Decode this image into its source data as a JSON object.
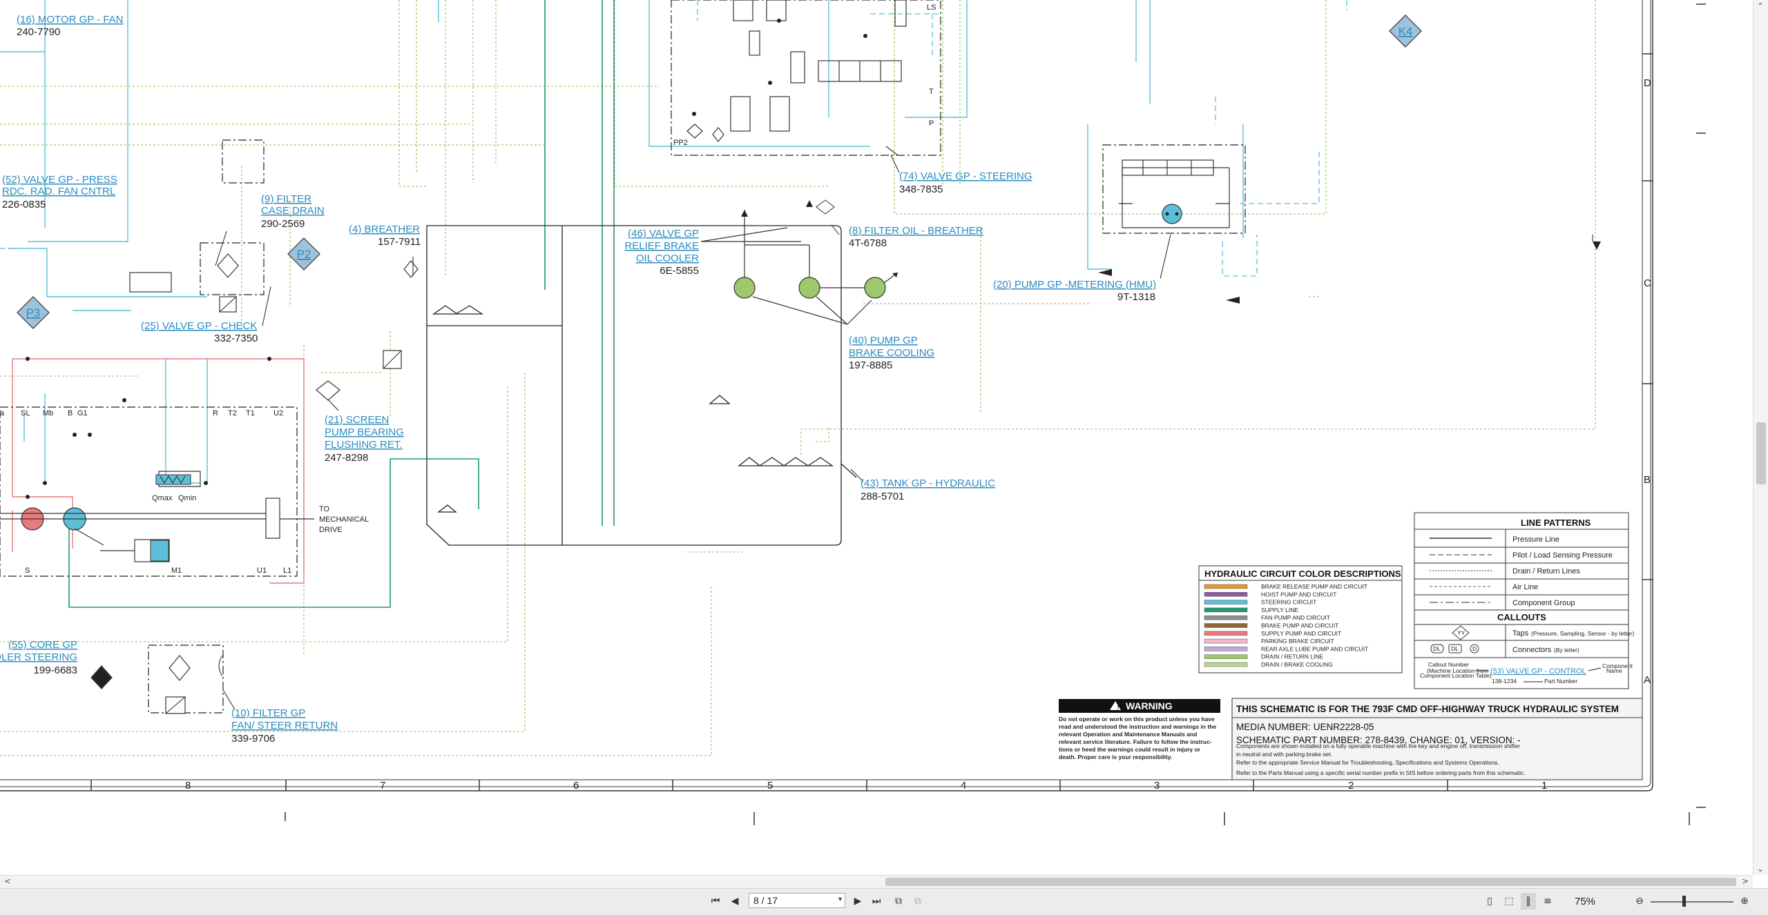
{
  "callouts": {
    "motor_fan": {
      "name": "(16) MOTOR GP - FAN",
      "part": "240-7790"
    },
    "valve_press_1": "(52) VALVE GP - PRESS",
    "valve_press_2": "RDC. RAD. FAN CNTRL",
    "valve_press_part": "226-0835",
    "filter_case_1": "(9) FILTER",
    "filter_case_2": "CASE DRAIN",
    "filter_case_part": "290-2569",
    "breather": {
      "name": "(4) BREATHER",
      "part": "157-7911"
    },
    "valve_relief_1": "(46) VALVE GP",
    "valve_relief_2": "RELIEF BRAKE",
    "valve_relief_3": "OIL COOLER",
    "valve_relief_part": "6E-5855",
    "filter_oil": {
      "name": "(8) FILTER OIL - BREATHER",
      "part": "4T-6788"
    },
    "valve_steering": {
      "name": "(74) VALVE GP - STEERING",
      "part": "348-7835"
    },
    "pump_metering": {
      "name": "(20) PUMP GP -METERING (HMU)",
      "part": "9T-1318"
    },
    "valve_check": {
      "name": "(25) VALVE GP - CHECK",
      "part": "332-7350"
    },
    "screen_1": "(21) SCREEN",
    "screen_2": "PUMP BEARING",
    "screen_3": "FLUSHING RET.",
    "screen_part": "247-8298",
    "pump_brake_1": "(40) PUMP GP",
    "pump_brake_2": "BRAKE COOLING",
    "pump_brake_part": "197-8885",
    "tank": {
      "name": "(43) TANK GP - HYDRAULIC",
      "part": "288-5701"
    },
    "core_1": "(55) CORE GP",
    "core_2": "OLER STEERING",
    "core_part": "199-6683",
    "filter_fan_1": "(10) FILTER GP",
    "filter_fan_2": "FAN/ STEER RETURN",
    "filter_fan_part": "339-9706",
    "to_mech_1": "TO",
    "to_mech_2": "MECHANICAL",
    "to_mech_3": "DRIVE"
  },
  "taps": {
    "p2": "P2",
    "p3": "P3",
    "k4": "K4"
  },
  "ports": {
    "sl": "SL",
    "mb": "Mb",
    "b": "B",
    "g1": "G1",
    "r": "R",
    "t2": "T2",
    "t1": "T1",
    "u2": "U2",
    "qmax": "Qmax",
    "qmin": "Qmin",
    "s": "S",
    "m1": "M1",
    "u1": "U1",
    "l1": "L1",
    "pp2": "PP2",
    "ls": "LS",
    "t": "T",
    "p": "P",
    "a": "a"
  },
  "zones": {
    "cols": [
      "8",
      "7",
      "6",
      "5",
      "4",
      "3",
      "2",
      "1"
    ],
    "rows": [
      "D",
      "C",
      "B",
      "A"
    ]
  },
  "color_legend": {
    "title": "HYDRAULIC CIRCUIT COLOR DESCRIPTIONS",
    "items": [
      {
        "label": "BRAKE RELEASE PUMP AND CIRCUIT",
        "color": "#e8962a"
      },
      {
        "label": "HOIST PUMP AND CIRCUIT",
        "color": "#8a5aa8"
      },
      {
        "label": "STEERING CIRCUIT",
        "color": "#5bbfd8"
      },
      {
        "label": "SUPPLY LINE",
        "color": "#1e9a6a"
      },
      {
        "label": "FAN PUMP AND CIRCUIT",
        "color": "#8e8e8e"
      },
      {
        "label": "BRAKE PUMP AND CIRCUIT",
        "color": "#8a6a3a"
      },
      {
        "label": "SUPPLY PUMP AND CIRCUIT",
        "color": "#e87a7a"
      },
      {
        "label": "PARKING BRAKE CIRCUIT",
        "color": "#f2b8c6"
      },
      {
        "label": "REAR AXLE LUBE PUMP AND CIRCUIT",
        "color": "#c6a8d8"
      },
      {
        "label": "DRAIN / RETURN LINE",
        "color": "#9dc96a"
      },
      {
        "label": "DRAIN / BRAKE COOLING",
        "color": "#b8d88a"
      }
    ]
  },
  "line_patterns": {
    "title": "LINE PATTERNS",
    "items": [
      "Pressure Line",
      "Pilot / Load Sensing Pressure",
      "Drain / Return Lines",
      "Air Line",
      "Component Group"
    ],
    "callouts_title": "CALLOUTS",
    "taps_label": "Taps",
    "taps_note": "(Pressure, Sampling, Sensor - by letter)",
    "connectors_label": "Connectors",
    "connectors_note": "(By letter)",
    "conn_dl1": "DL",
    "conn_dl2": "DL",
    "conn_d": "D",
    "tap_symbol": "YY",
    "callout_number": "Callout Number",
    "callout_note_1": "(Machine Location from",
    "callout_note_2": "Component Location Table)",
    "example_name": "(53) VALVE GP - CONTROL",
    "example_part": "138-1234",
    "component_name_1": "Component",
    "component_name_2": "Name",
    "part_number_label": "Part Number"
  },
  "warning": {
    "title": "WARNING",
    "lines": [
      "Do not operate or work on this product unless you have",
      "read and understood the instruction and warnings in the",
      "relevant Operation and Maintenance Manuals and",
      "relevant service literature. Failure to follow the instruc-",
      "tions or heed the warnings could result in injury or",
      "death. Proper care is your responsibility."
    ]
  },
  "title_block": {
    "title": "THIS SCHEMATIC IS FOR THE 793F CMD OFF-HIGHWAY TRUCK HYDRAULIC SYSTEM",
    "media": "MEDIA NUMBER: UENR2228-05",
    "schematic": "SCHEMATIC PART NUMBER: 278-8439, CHANGE: 01, VERSION: -",
    "notes": [
      "Components are shown installed on a fully operable machine with the key and engine off, transmission shifter",
      "in neutral and with parking brake set.",
      "Refer to the appropriate Service Manual for Troubleshooting, Specifications and Systems Operations.",
      "Refer to the Parts Manual using a specific serial number prefix in SIS before ordering parts from this schematic."
    ]
  },
  "toolbar": {
    "page": "8 / 17",
    "zoom": "75%"
  },
  "icons": [
    "first-page-icon",
    "prev-page-icon",
    "next-page-icon",
    "last-page-icon",
    "zoom-out-icon",
    "zoom-in-icon"
  ]
}
